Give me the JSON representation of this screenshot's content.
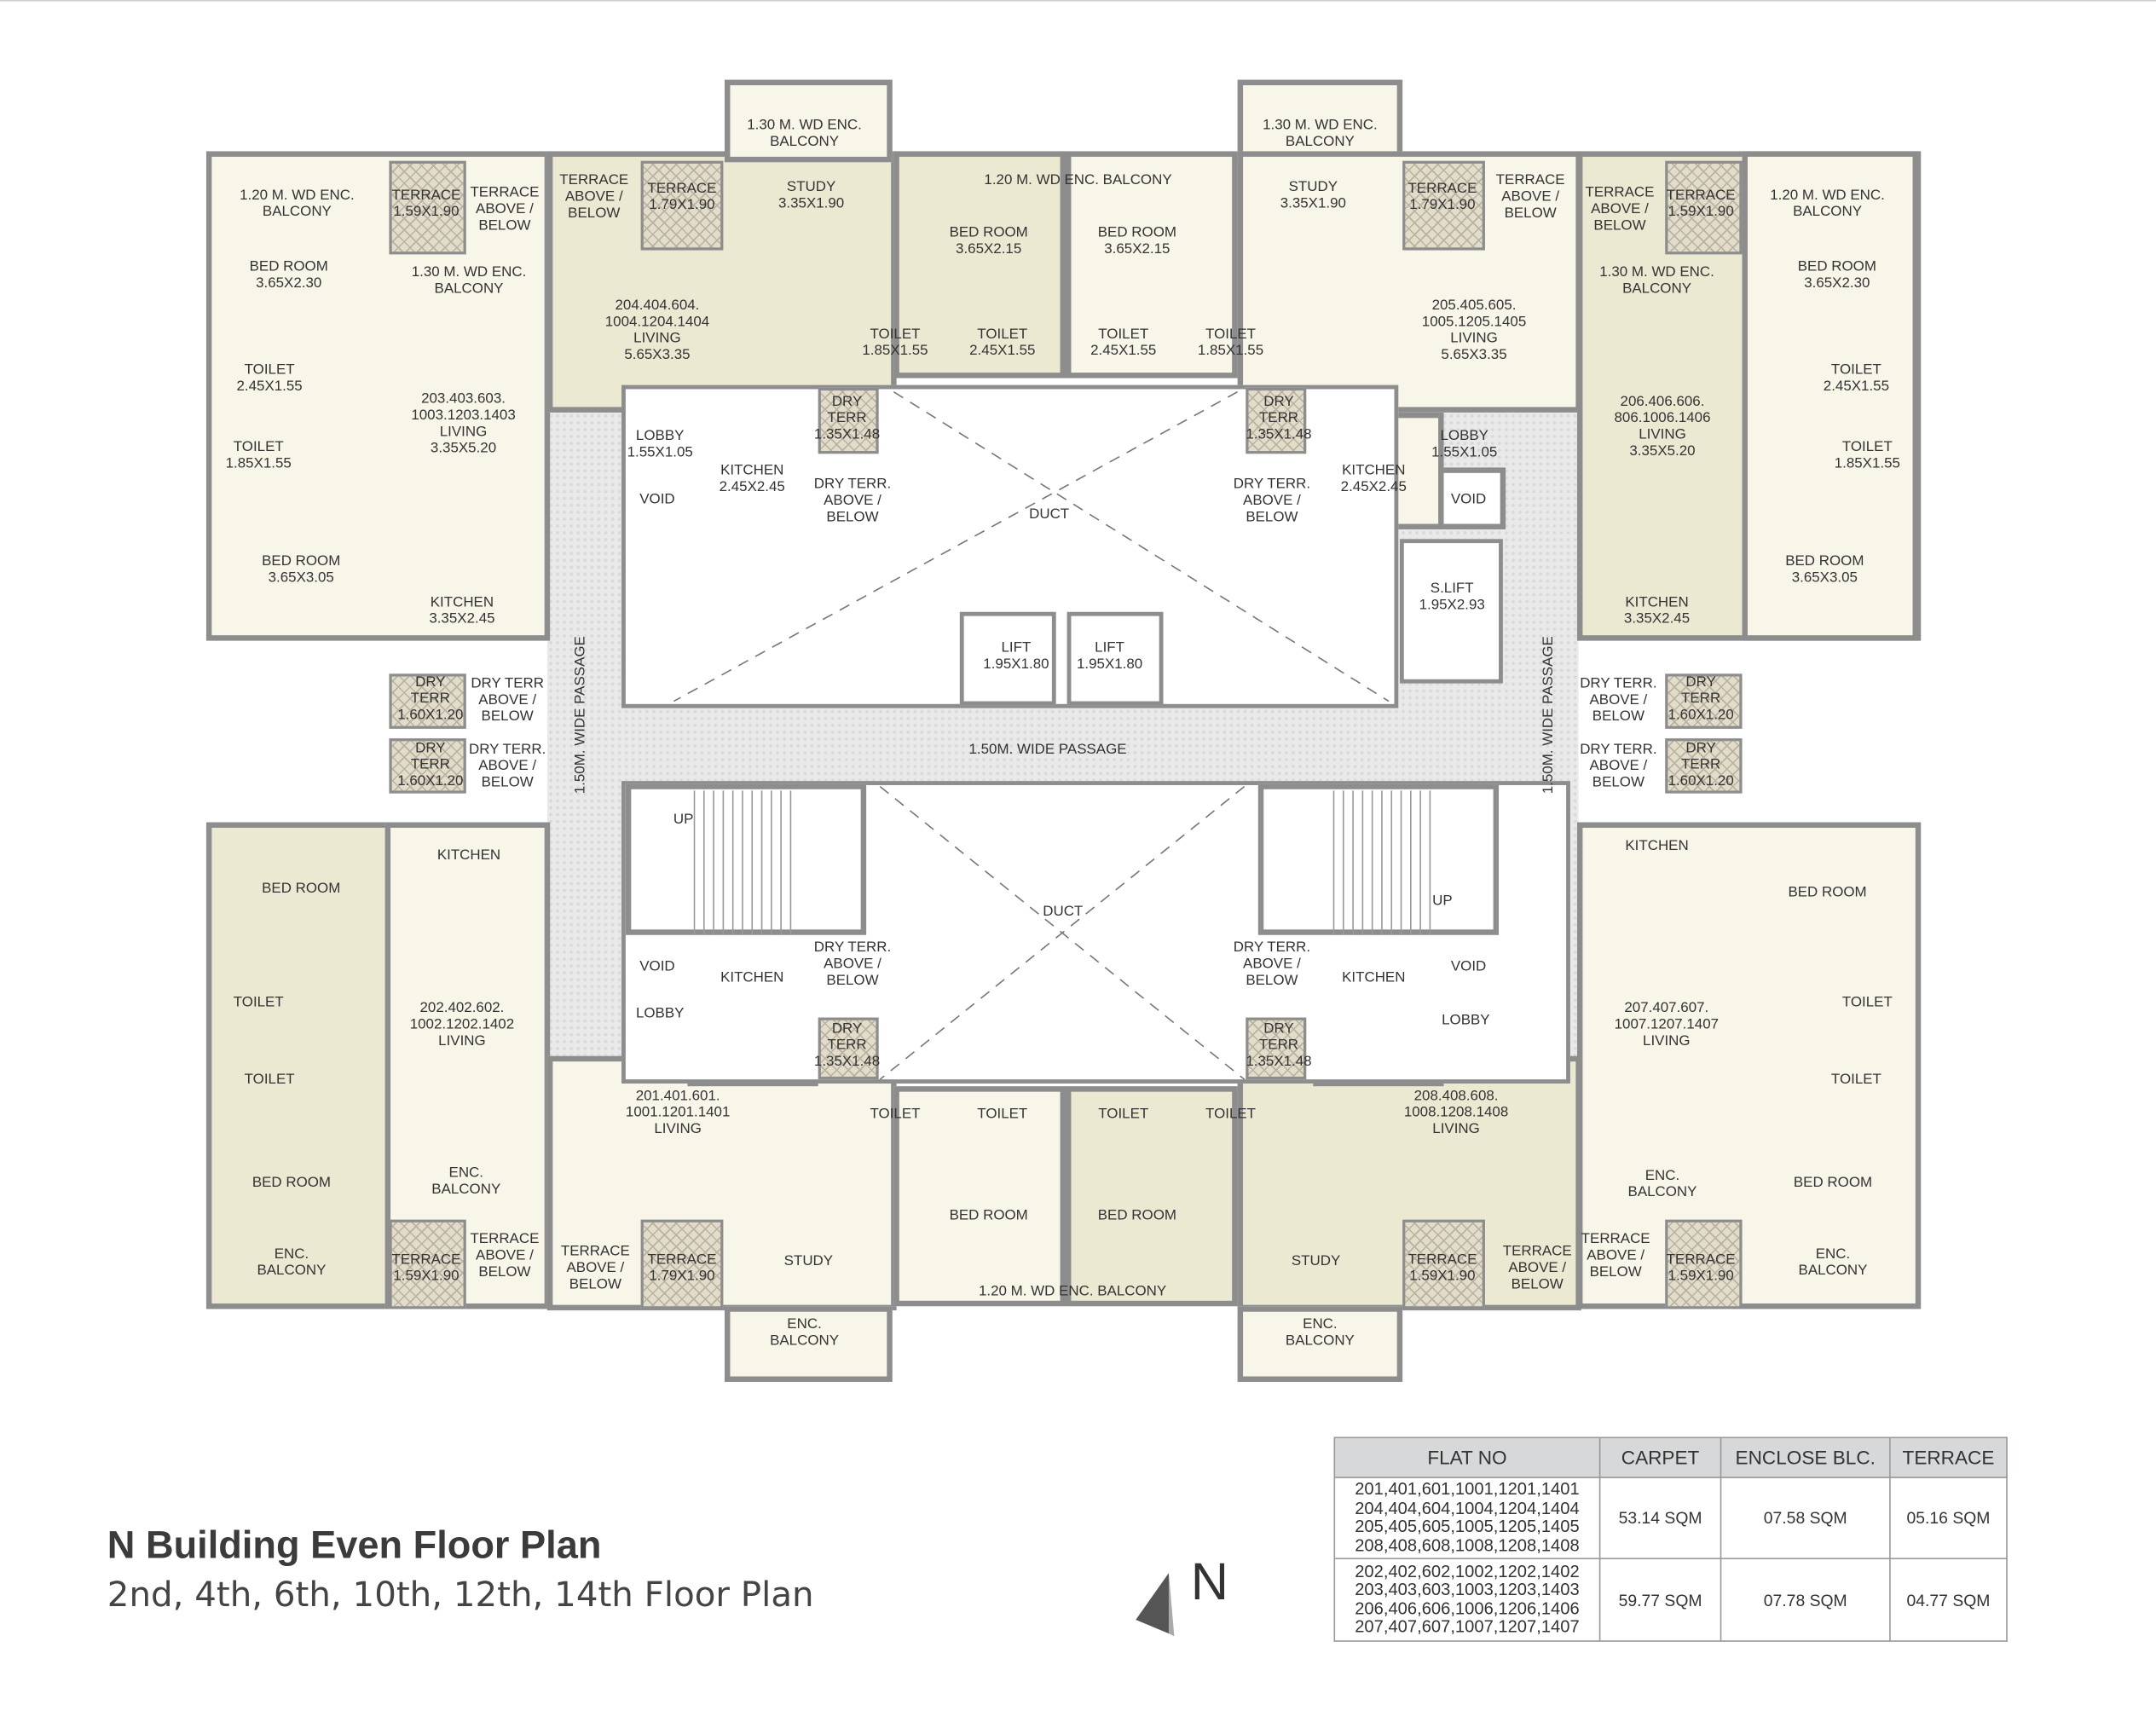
{
  "title": "N Building Even Floor Plan",
  "subtitle": "2nd, 4th, 6th, 10th, 12th, 14th Floor Plan",
  "north_label": "N",
  "colors": {
    "wall": "#8d8d8d",
    "flat_light": "#f8f6e8",
    "flat_dark": "#ece9d3",
    "passage": "#e9e9e9",
    "table_header": "#d6d8d9"
  },
  "labels": [
    "1.20 M. WD ENC.\nBALCONY",
    "TERRACE\n1.59X1.90",
    "TERRACE\nABOVE /\nBELOW",
    "TERRACE\nABOVE /\nBELOW",
    "TERRACE\n1.79X1.90",
    "1.30 M. WD ENC.\nBALCONY",
    "STUDY\n3.35X1.90",
    "1.20 M. WD ENC. BALCONY",
    "BED ROOM\n3.65X2.15",
    "BED ROOM\n3.65X2.15",
    "1.30 M. WD ENC.\nBALCONY",
    "STUDY\n3.35X1.90",
    "TERRACE\n1.79X1.90",
    "TERRACE\nABOVE /\nBELOW",
    "TERRACE\nABOVE /\nBELOW",
    "TERRACE\n1.59X1.90",
    "1.20 M. WD ENC.\nBALCONY",
    "BED ROOM\n3.65X2.30",
    "1.30 M. WD ENC.\nBALCONY",
    "204.404.604.\n1004.1204.1404\nLIVING\n5.65X3.35",
    "TOILET\n1.85X1.55",
    "TOILET\n2.45X1.55",
    "TOILET\n2.45X1.55",
    "TOILET\n1.85X1.55",
    "205.405.605.\n1005.1205.1405\nLIVING\n5.65X3.35",
    "1.30 M. WD ENC.\nBALCONY",
    "BED ROOM\n3.65X2.30",
    "TOILET\n2.45X1.55",
    "203.403.603.\n1003.1203.1403\nLIVING\n3.35X5.20",
    "TOILET\n1.85X1.55",
    "DRY\nTERR\n1.35X1.48",
    "LOBBY\n1.55X1.05",
    "KITCHEN\n2.45X2.45",
    "DRY TERR.\nABOVE /\nBELOW",
    "VOID",
    "DUCT",
    "DRY\nTERR\n1.35X1.48",
    "DRY TERR.\nABOVE /\nBELOW",
    "KITCHEN\n2.45X2.45",
    "LOBBY\n1.55X1.05",
    "VOID",
    "206.406.606.\n806.1006.1406\nLIVING\n3.35X5.20",
    "TOILET\n2.45X1.55",
    "TOILET\n1.85X1.55",
    "BED ROOM\n3.65X3.05",
    "BED ROOM\n3.65X3.05",
    "KITCHEN\n3.35X2.45",
    "KITCHEN\n3.35X2.45",
    "S.LIFT\n1.95X2.93",
    "LIFT\n1.95X1.80",
    "LIFT\n1.95X1.80",
    "DRY\nTERR\n1.60X1.20",
    "DRY TERR\nABOVE /\nBELOW",
    "DRY TERR.\nABOVE /\nBELOW",
    "DRY\nTERR\n1.60X1.20",
    "1.50M. WIDE PASSAGE",
    "1.50M. WIDE PASSAGE",
    "1.50M. WIDE PASSAGE",
    "DRY\nTERR\n1.60X1.20",
    "DRY TERR.\nABOVE /\nBELOW",
    "DRY TERR.\nABOVE /\nBELOW",
    "DRY\nTERR\n1.60X1.20",
    "KITCHEN",
    "UP",
    "BED ROOM",
    "BED ROOM",
    "KITCHEN",
    "DUCT",
    "UP",
    "VOID",
    "KITCHEN",
    "DRY TERR.\nABOVE /\nBELOW",
    "DRY TERR.\nABOVE /\nBELOW",
    "KITCHEN",
    "VOID",
    "TOILET",
    "202.402.602.\n1002.1202.1402\nLIVING",
    "LOBBY",
    "LOBBY",
    "207.407.607.\n1007.1207.1407\nLIVING",
    "TOILET",
    "DRY\nTERR\n1.35X1.48",
    "DRY\nTERR\n1.35X1.48",
    "TOILET",
    "TOILET",
    "201.401.601.\n1001.1201.1401\nLIVING",
    "208.408.608.\n1008.1208.1408\nLIVING",
    "TOILET",
    "TOILET",
    "TOILET",
    "TOILET",
    "ENC.\nBALCONY",
    "ENC.\nBALCONY",
    "BED ROOM",
    "BED ROOM",
    "BED ROOM",
    "BED ROOM",
    "TERRACE\nABOVE /\nBELOW",
    "TERRACE\nABOVE /\nBELOW",
    "TERRACE\n1.79X1.90",
    "STUDY",
    "STUDY",
    "TERRACE\n1.59X1.90",
    "TERRACE\nABOVE /\nBELOW",
    "TERRACE\nABOVE /\nBELOW",
    "TERRACE\n1.59X1.90",
    "TERRACE\n1.59X1.90",
    "ENC.\nBALCONY",
    "ENC.\nBALCONY",
    "1.20 M. WD ENC. BALCONY",
    "ENC.\nBALCONY",
    "ENC.\nBALCONY"
  ],
  "table": {
    "headers": [
      "FLAT NO",
      "CARPET",
      "ENCLOSE BLC.",
      "TERRACE"
    ],
    "rows": [
      {
        "flats": "201,401,601,1001,1201,1401\n204,404,604,1004,1204,1404\n205,405,605,1005,1205,1405\n208,408,608,1008,1208,1408",
        "carpet": "53.14 SQM",
        "enclose": "07.58 SQM",
        "terrace": "05.16 SQM"
      },
      {
        "flats": "202,402,602,1002,1202,1402\n203,403,603,1003,1203,1403\n206,406,606,1006,1206,1406\n207,407,607,1007,1207,1407",
        "carpet": "59.77 SQM",
        "enclose": "07.78 SQM",
        "terrace": "04.77 SQM"
      }
    ]
  }
}
